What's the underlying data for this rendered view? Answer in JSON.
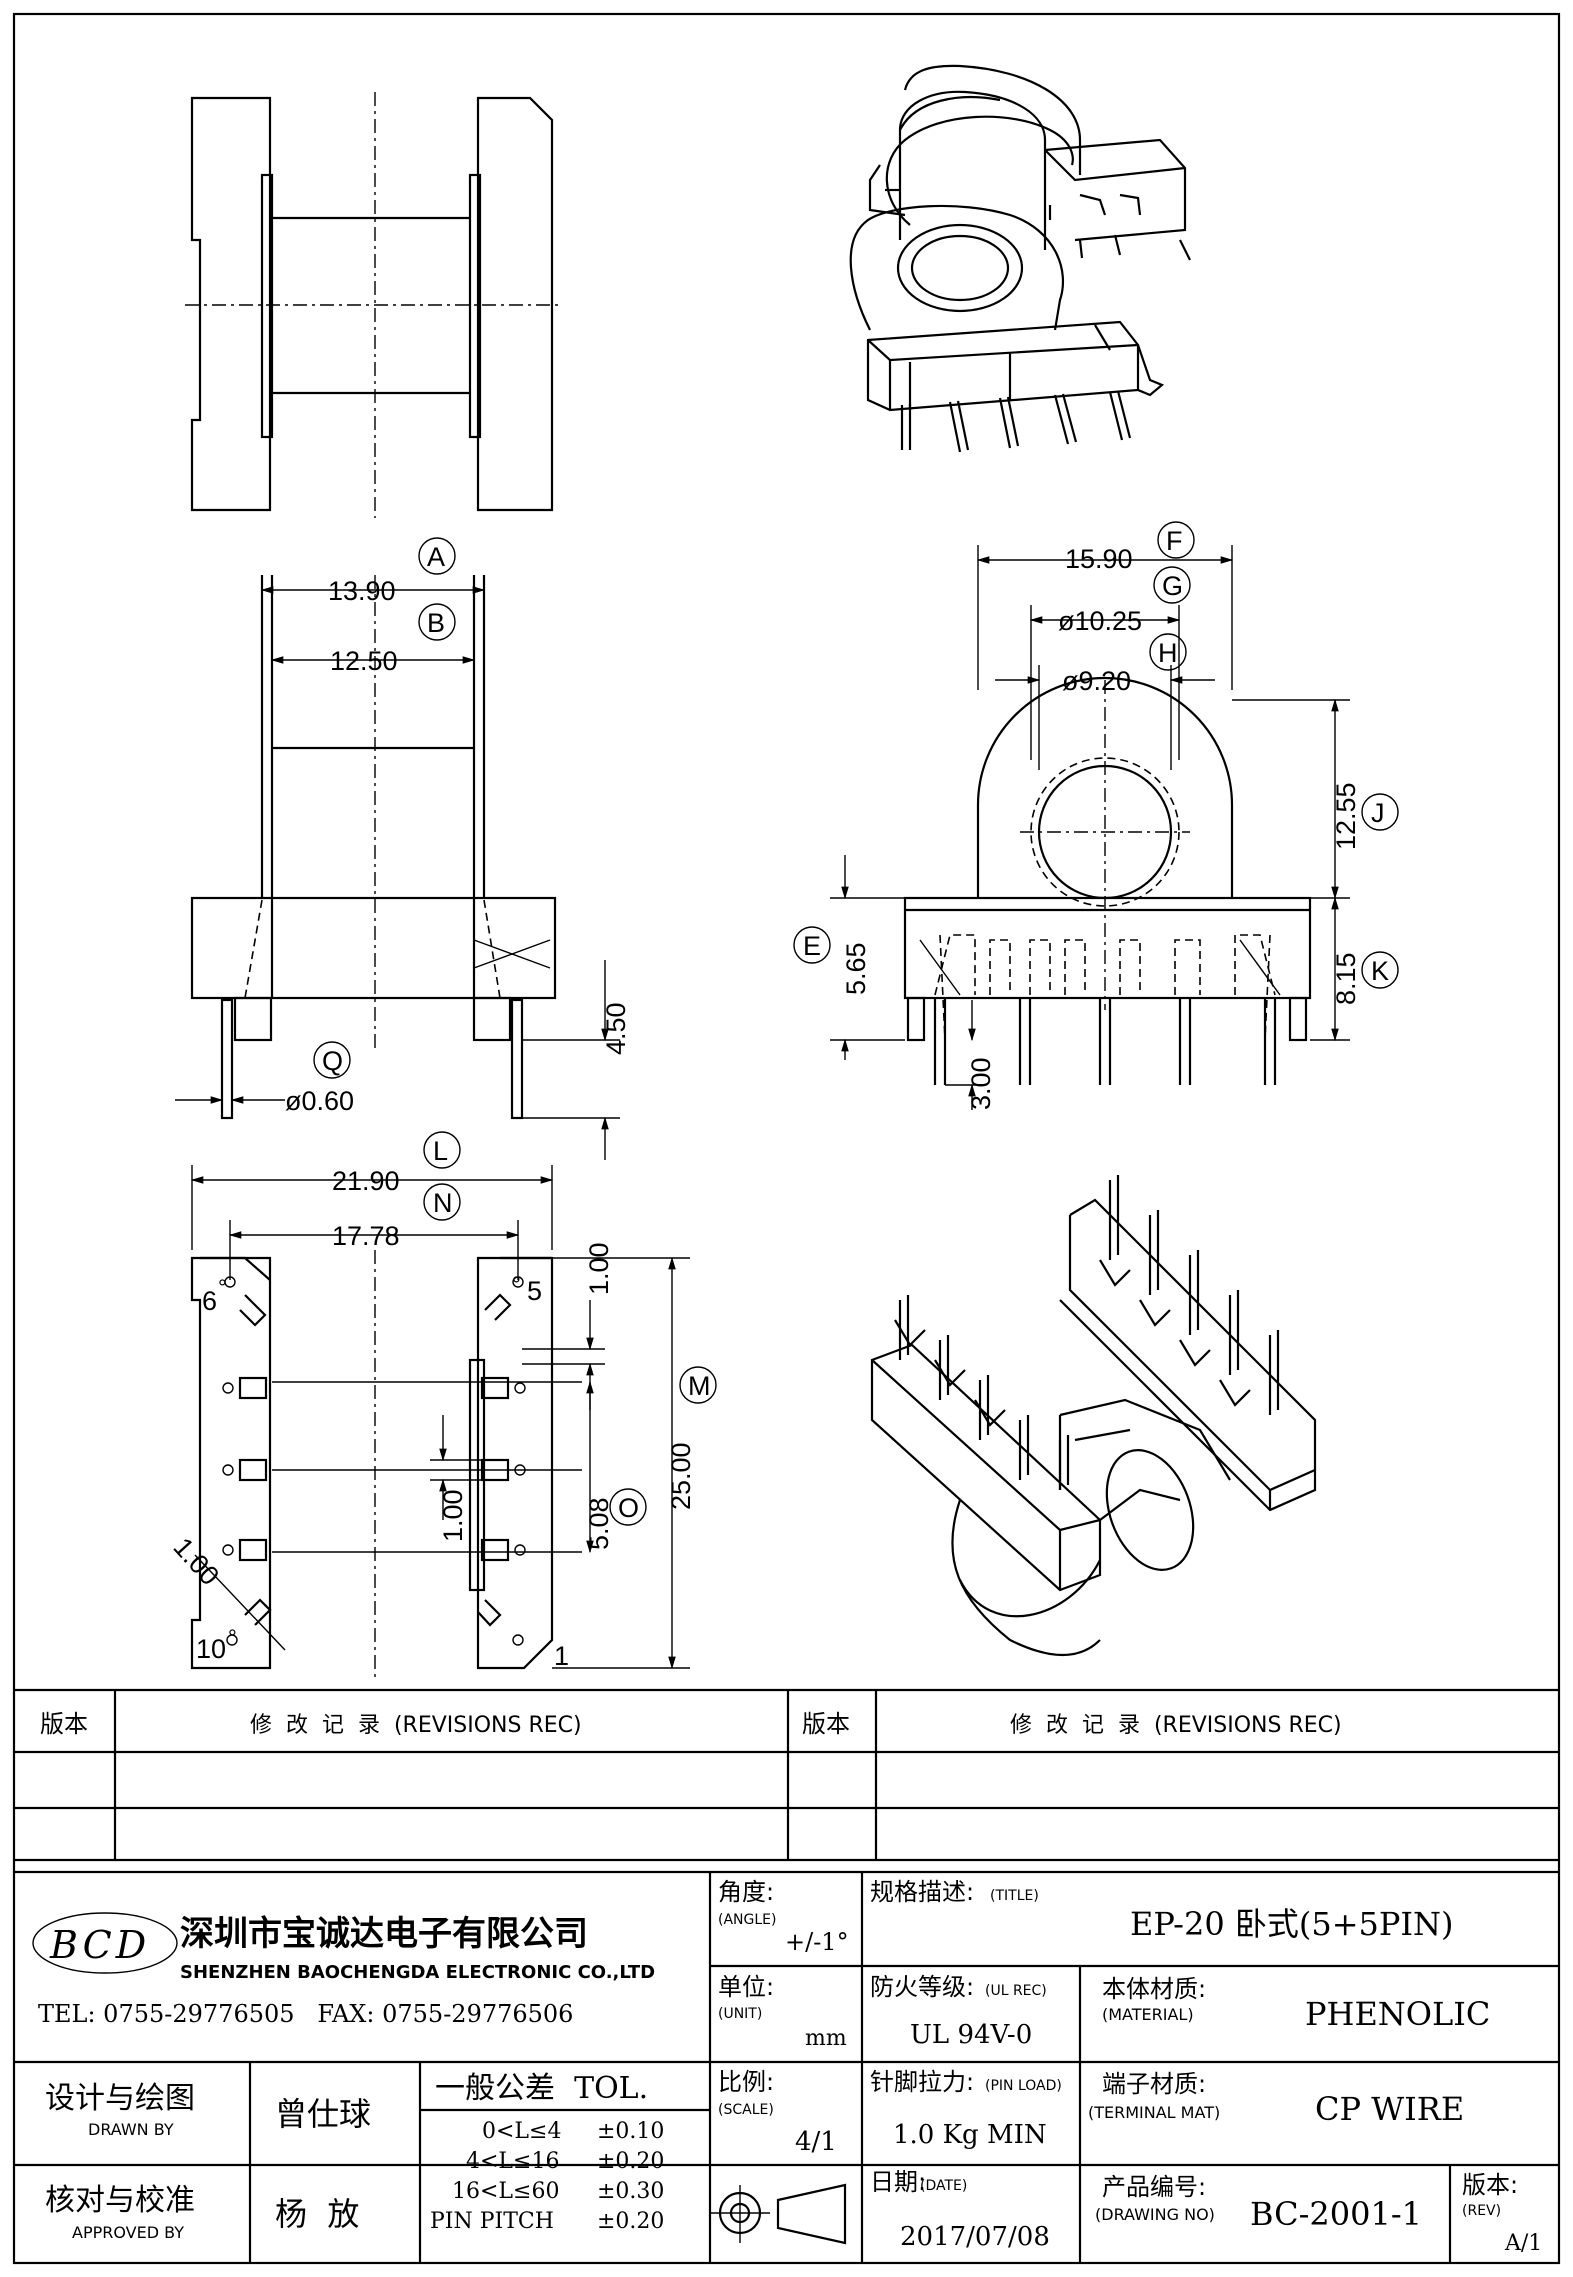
{
  "drawing": {
    "top_view": {
      "dim_A": {
        "letter": "A",
        "value": "13.90"
      },
      "dim_B": {
        "letter": "B",
        "value": "12.50"
      },
      "dim_Q": {
        "letter": "Q",
        "value": "ø0.60"
      },
      "dim_pin_len": {
        "value": "4.50"
      }
    },
    "side_view": {
      "dim_F": {
        "letter": "F",
        "value": "15.90"
      },
      "dim_G": {
        "letter": "G",
        "value": "ø10.25"
      },
      "dim_H": {
        "letter": "H",
        "value": "ø9.20"
      },
      "dim_J": {
        "letter": "J",
        "value": "12.55"
      },
      "dim_E": {
        "letter": "E",
        "value": "5.65"
      },
      "dim_K": {
        "letter": "K",
        "value": "8.15"
      },
      "dim_pin": {
        "value": "3.00"
      }
    },
    "bottom_view": {
      "dim_L": {
        "letter": "L",
        "value": "21.90"
      },
      "dim_N": {
        "letter": "N",
        "value": "17.78"
      },
      "dim_M": {
        "letter": "M",
        "value": "25.00"
      },
      "dim_O": {
        "letter": "O",
        "value": "5.08"
      },
      "dim_100a": {
        "value": "1.00"
      },
      "dim_100b": {
        "value": "1.00"
      },
      "dim_100c": {
        "value": "1.00"
      },
      "pin6": "6",
      "pin5": "5",
      "pin10": "10",
      "pin1": "1"
    }
  },
  "revisions": {
    "col1_label": "版本",
    "col1_title": "修  改  记  录  (REVISIONS REC)",
    "col2_label": "版本",
    "col2_title": "修  改  记  录  (REVISIONS REC)"
  },
  "company": {
    "logo": "BCD",
    "name_cn": "深圳市宝诚达电子有限公司",
    "name_en": "SHENZHEN BAOCHENGDA ELECTRONIC CO.,LTD",
    "contact": "TEL: 0755-29776505   FAX: 0755-29776506"
  },
  "title_block": {
    "angle_label": "角度:",
    "angle_sub": "(ANGLE)",
    "angle_value": "+/-1°",
    "title_label": "规格描述:",
    "title_sub": "(TITLE)",
    "title_value": "EP-20 卧式(5+5PIN)",
    "unit_label": "单位:",
    "unit_sub": "(UNIT)",
    "unit_value": "mm",
    "ul_label": "防火等级:",
    "ul_sub": "(UL REC)",
    "ul_value": "UL 94V-0",
    "material_label": "本体材质:",
    "material_sub": "(MATERIAL)",
    "material_value": "PHENOLIC",
    "scale_label": "比例:",
    "scale_sub": "(SCALE)",
    "scale_value": "4/1",
    "pinload_label": "针脚拉力:",
    "pinload_sub": "(PIN LOAD)",
    "pinload_value": "1.0 Kg MIN",
    "terminal_label": "端子材质:",
    "terminal_sub": "(TERMINAL MAT)",
    "terminal_value": "CP WIRE",
    "date_label": "日期:",
    "date_sub": "(DATE)",
    "date_value": "2017/07/08",
    "drawing_no_label": "产品编号:",
    "drawing_no_sub": "(DRAWING NO)",
    "drawing_no_value": "BC-2001-1",
    "rev_label": "版本:",
    "rev_sub": "(REV)",
    "rev_value": "A/1",
    "drawn_label": "设计与绘图",
    "drawn_sub": "DRAWN BY",
    "drawn_value": "曾仕球",
    "approved_label": "核对与校准",
    "approved_sub": "APPROVED BY",
    "approved_value": "杨  放",
    "tol_title": "一般公差  TOL.",
    "tol_rows": [
      {
        "range": "0<L≤4",
        "value": "±0.10"
      },
      {
        "range": "4<L≤16",
        "value": "±0.20"
      },
      {
        "range": "16<L≤60",
        "value": "±0.30"
      },
      {
        "range": "PIN PITCH",
        "value": "±0.20"
      }
    ]
  }
}
